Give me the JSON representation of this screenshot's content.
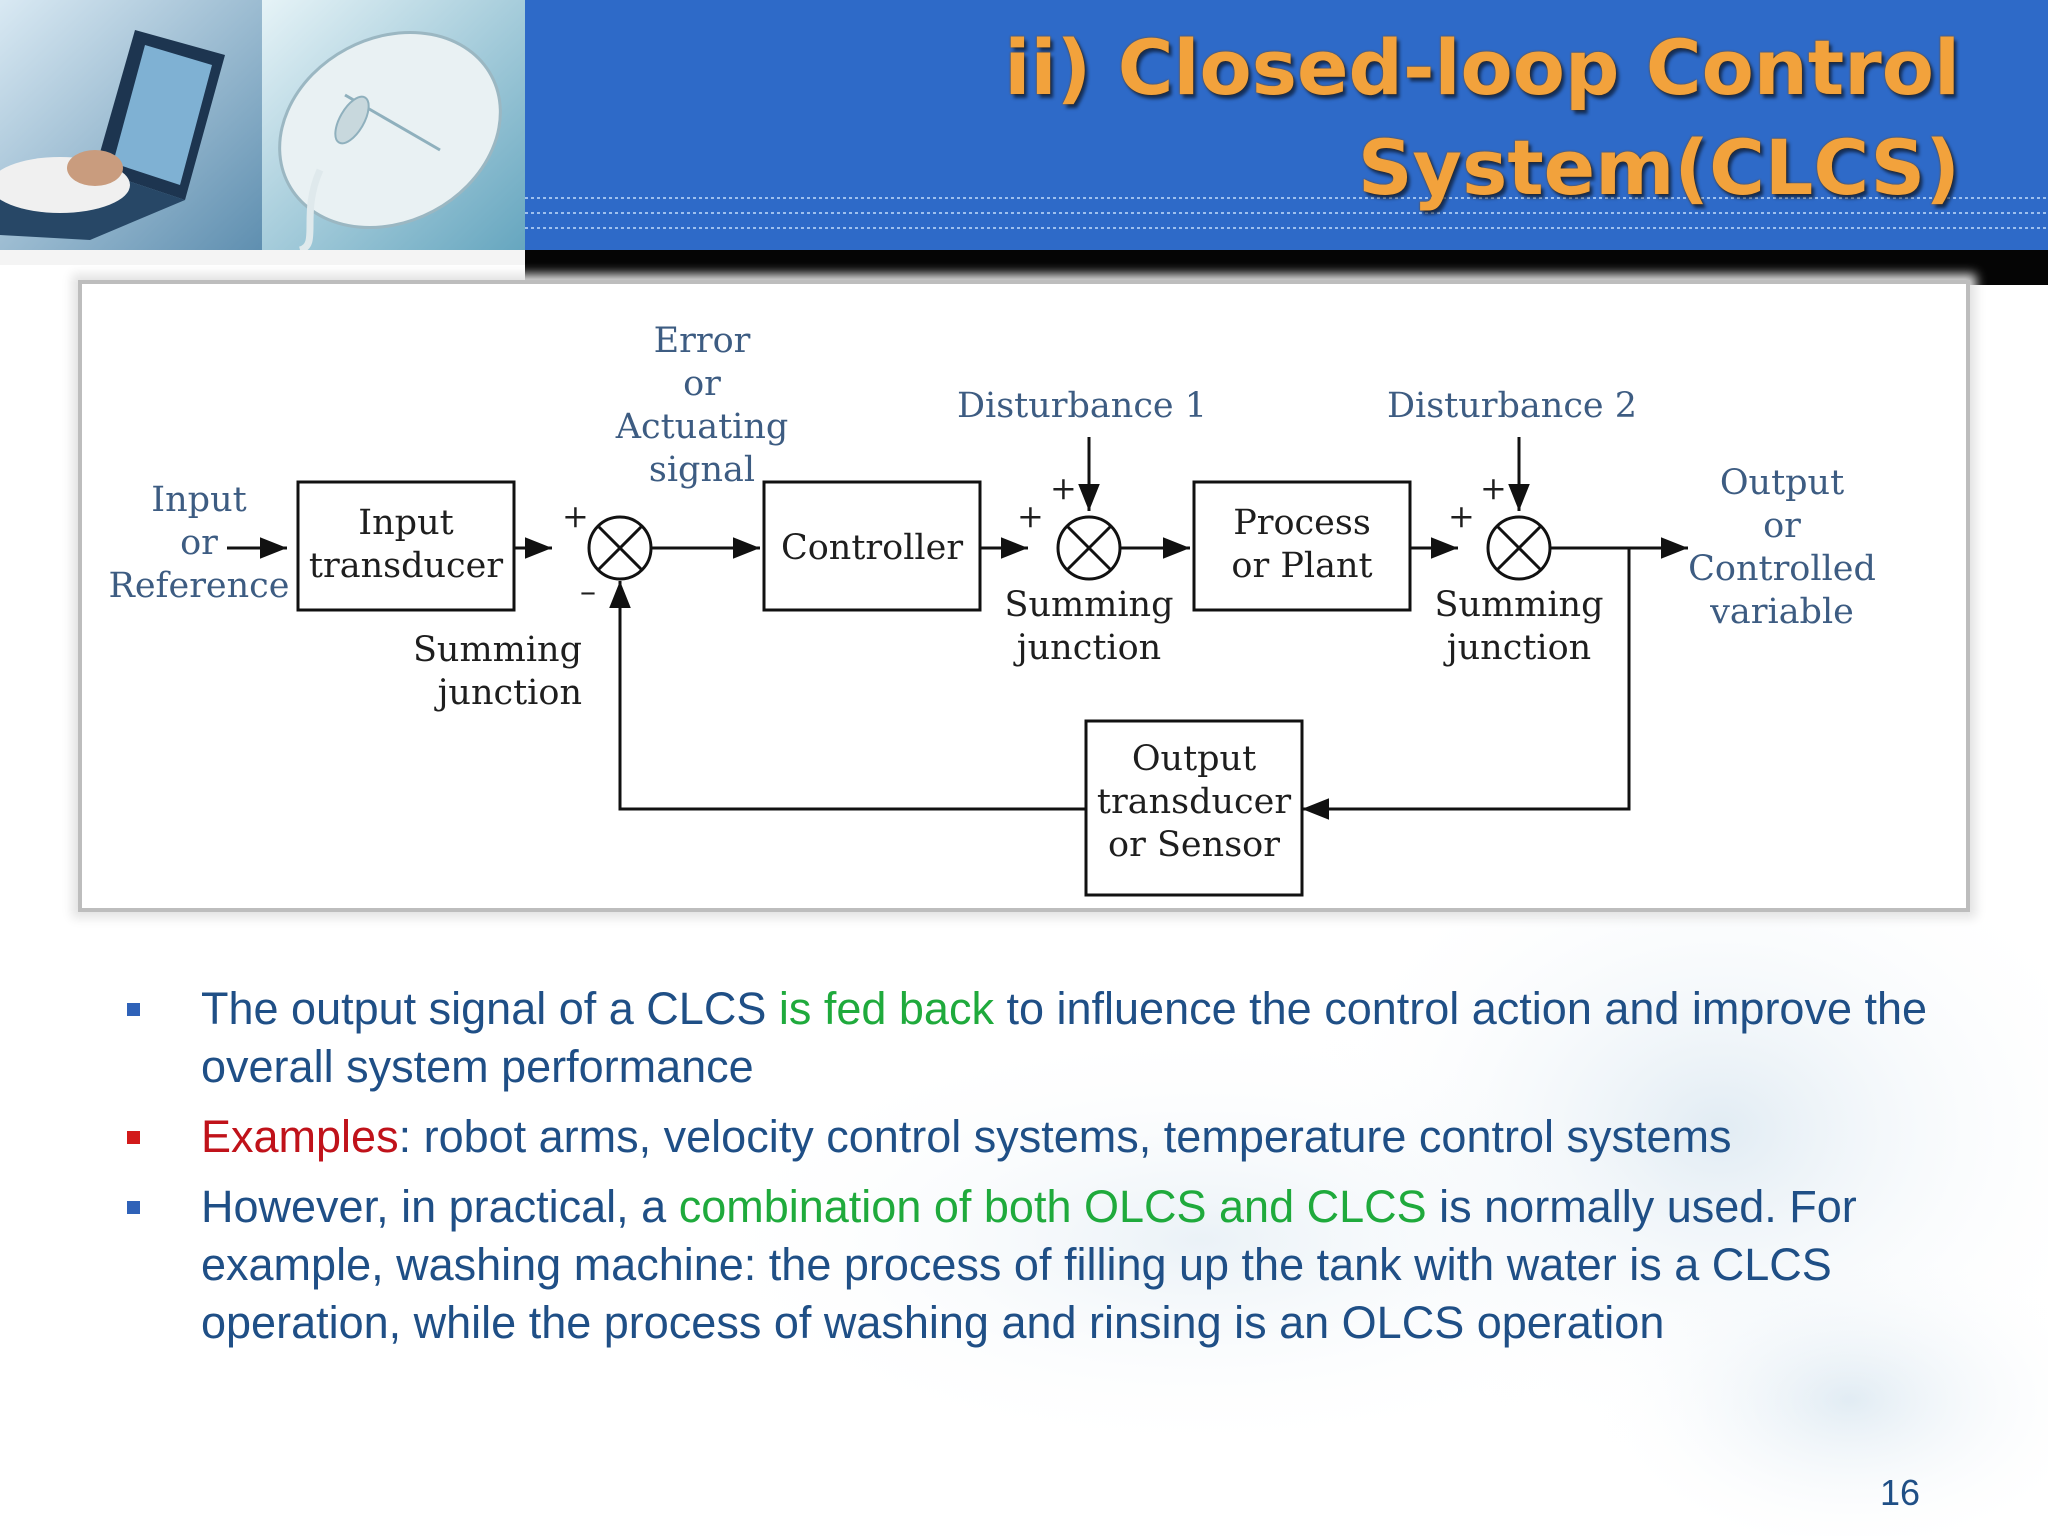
{
  "title": {
    "line1": "ii) Closed-loop Control",
    "line2": "System(CLCS)"
  },
  "colors": {
    "header_blue": "#2e6ac8",
    "title_orange": "#f2a23c",
    "bullet_text": "#1f4f86",
    "highlight_green": "#1faa3c",
    "highlight_red": "#c0121a"
  },
  "diagram": {
    "input": [
      "Input",
      "or",
      "Reference"
    ],
    "input_transducer": [
      "Input",
      "transducer"
    ],
    "error_signal": [
      "Error",
      "or",
      "Actuating",
      "signal"
    ],
    "controller": "Controller",
    "disturbance1": "Disturbance 1",
    "disturbance2": "Disturbance 2",
    "process": [
      "Process",
      "or Plant"
    ],
    "output": [
      "Output",
      "or",
      "Controlled",
      "variable"
    ],
    "summing_junction": [
      "Summing",
      "junction"
    ],
    "output_transducer": [
      "Output",
      "transducer",
      "or Sensor"
    ],
    "plus": "+",
    "minus": "–"
  },
  "bullets": [
    {
      "parts": [
        {
          "text": "The output signal of a CLCS ",
          "style": "normal"
        },
        {
          "text": "is fed back",
          "style": "green"
        },
        {
          "text": " to influence the control action and improve the overall system performance",
          "style": "normal"
        }
      ],
      "marker_color": "#2f62b8"
    },
    {
      "parts": [
        {
          "text": "Examples",
          "style": "red"
        },
        {
          "text": ": robot arms, velocity control systems, temperature control systems",
          "style": "normal"
        }
      ],
      "marker_color": "#d21a1a"
    },
    {
      "parts": [
        {
          "text": "However, in practical, a ",
          "style": "normal"
        },
        {
          "text": "combination of both OLCS and CLCS",
          "style": "green"
        },
        {
          "text": " is normally used. For example, washing machine: the process of filling up the tank with water is a CLCS operation, while the process of washing and rinsing is an OLCS operation",
          "style": "normal"
        }
      ],
      "marker_color": "#2f62b8"
    }
  ],
  "page_number": "16"
}
